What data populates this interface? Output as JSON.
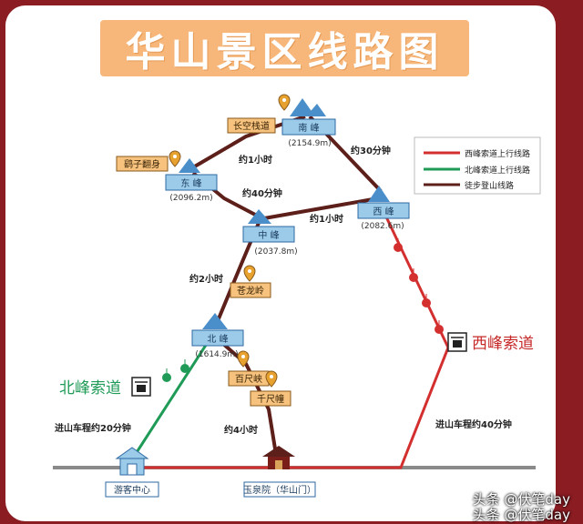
{
  "title": "华山景区线路图",
  "peaks": [
    {
      "id": "nan",
      "name": "南  峰",
      "elevation": "(2154.9m)"
    },
    {
      "id": "dong",
      "name": "东  峰",
      "elevation": "(2096.2m)"
    },
    {
      "id": "xi",
      "name": "西  峰",
      "elevation": "(2082.6m)"
    },
    {
      "id": "zhong",
      "name": "中  峰",
      "elevation": "(2037.8m)"
    },
    {
      "id": "bei",
      "name": "北  峰",
      "elevation": "(1614.9m)"
    }
  ],
  "attractions": [
    "长空栈道",
    "鹞子翻身",
    "苍龙岭",
    "百尺峡",
    "千尺幢"
  ],
  "time_labels": [
    "约30分钟",
    "约1小时",
    "约40分钟",
    "约1小时",
    "约2小时",
    "约4小时"
  ],
  "cableways": {
    "north": "北峰索道",
    "west": "西峰索道"
  },
  "drive_labels": {
    "north": "进山车程约20分钟",
    "west": "进山车程约40分钟"
  },
  "ground": {
    "visitor_center": "游客中心",
    "yuquan": "玉泉院（华山门）"
  },
  "legend": [
    {
      "label": "西峰索道上行线路",
      "color": "#d32f2f"
    },
    {
      "label": "北峰索道上行线路",
      "color": "#1f9b57"
    },
    {
      "label": "徒步登山线路",
      "color": "#5c1f1a"
    }
  ],
  "watermark": [
    "头条 @伏笔day",
    "头条 @伏笔day"
  ],
  "colors": {
    "frame": "#8a1c22",
    "title_bg": "#f7b77a",
    "peak_box": "#9ccbea",
    "attraction_box": "#f6c27d",
    "hiking": "#5c1f1a",
    "west_cable": "#d32f2f",
    "north_cable": "#1f9b57"
  }
}
